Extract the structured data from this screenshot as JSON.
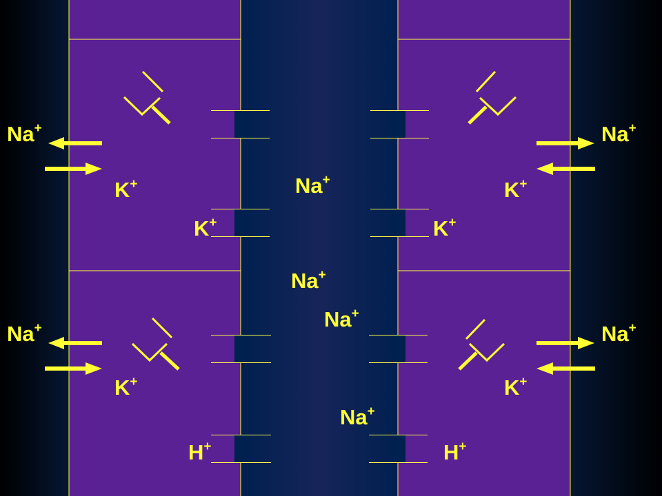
{
  "colors": {
    "cell": "#5A2194",
    "lumen": "#00204F",
    "lumen_center": "#16245A",
    "ion_label": "#FFFF33",
    "cell_line": "#FFFF44"
  },
  "ions": {
    "na": "Na",
    "k": "K",
    "h": "H",
    "charge": "+"
  },
  "symbols": {
    "pump": "pump-glyph",
    "channel": "channel-gap",
    "arrow": "arrow"
  }
}
